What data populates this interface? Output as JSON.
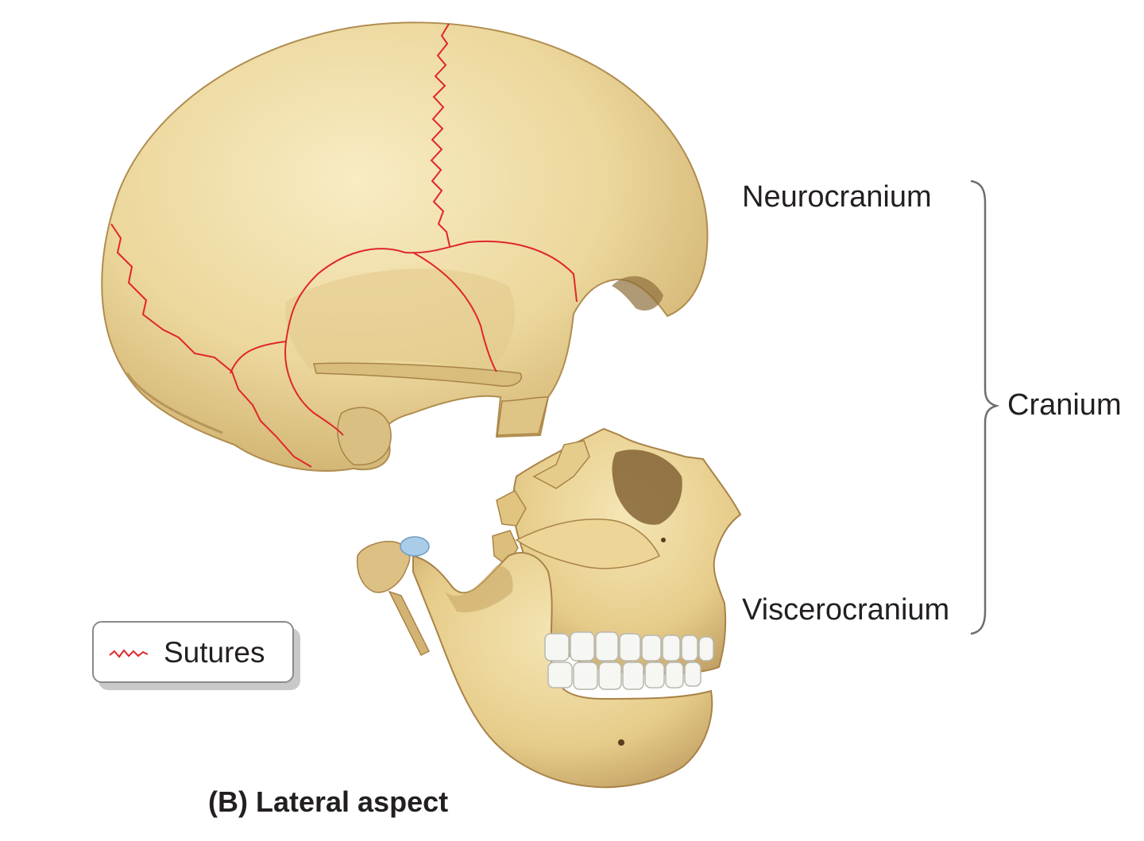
{
  "labels": {
    "neurocranium": "Neurocranium",
    "viscerocranium": "Viscerocranium",
    "cranium": "Cranium"
  },
  "legend": {
    "sutures": "Sutures",
    "suture_color": "#e0262b"
  },
  "caption": "(B) Lateral aspect",
  "colors": {
    "bone": "#ecd79c",
    "bone_shadow": "#c9a965",
    "bone_dark": "#a98348",
    "teeth": "#f6f6f2",
    "cartilage": "#a9cde8",
    "bracket": "#6e6e6e"
  }
}
